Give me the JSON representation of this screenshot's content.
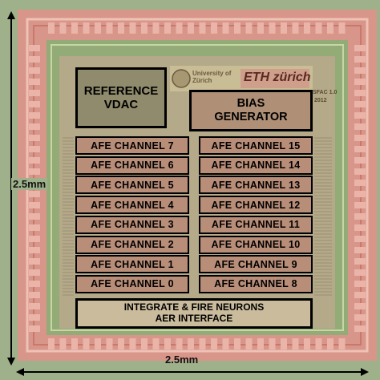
{
  "dimensions": {
    "width_label": "2.5mm",
    "height_label": "2.5mm"
  },
  "logos": {
    "university": "University of Zürich",
    "eth": "ETH zürich",
    "chip_code": [
      "SFAC 1.0",
      "2012"
    ]
  },
  "blocks": {
    "reference": [
      "REFERENCE",
      "VDAC"
    ],
    "bias": [
      "BIAS",
      "GENERATOR"
    ],
    "bottom": [
      "INTEGRATE & FIRE NEURONS",
      "AER INTERFACE"
    ]
  },
  "channels_left": [
    "AFE CHANNEL 7",
    "AFE CHANNEL 6",
    "AFE CHANNEL 5",
    "AFE CHANNEL 4",
    "AFE CHANNEL 3",
    "AFE CHANNEL 2",
    "AFE CHANNEL 1",
    "AFE CHANNEL 0"
  ],
  "channels_right": [
    "AFE CHANNEL 15",
    "AFE CHANNEL 14",
    "AFE CHANNEL 13",
    "AFE CHANNEL 12",
    "AFE CHANNEL 11",
    "AFE CHANNEL 10",
    "AFE CHANNEL 9",
    "AFE CHANNEL 8"
  ],
  "colors": {
    "pad_ring": "#d9948a",
    "die_green": "#8fa672",
    "core": "#b6aa88",
    "channel_fill": "#b87e72"
  }
}
